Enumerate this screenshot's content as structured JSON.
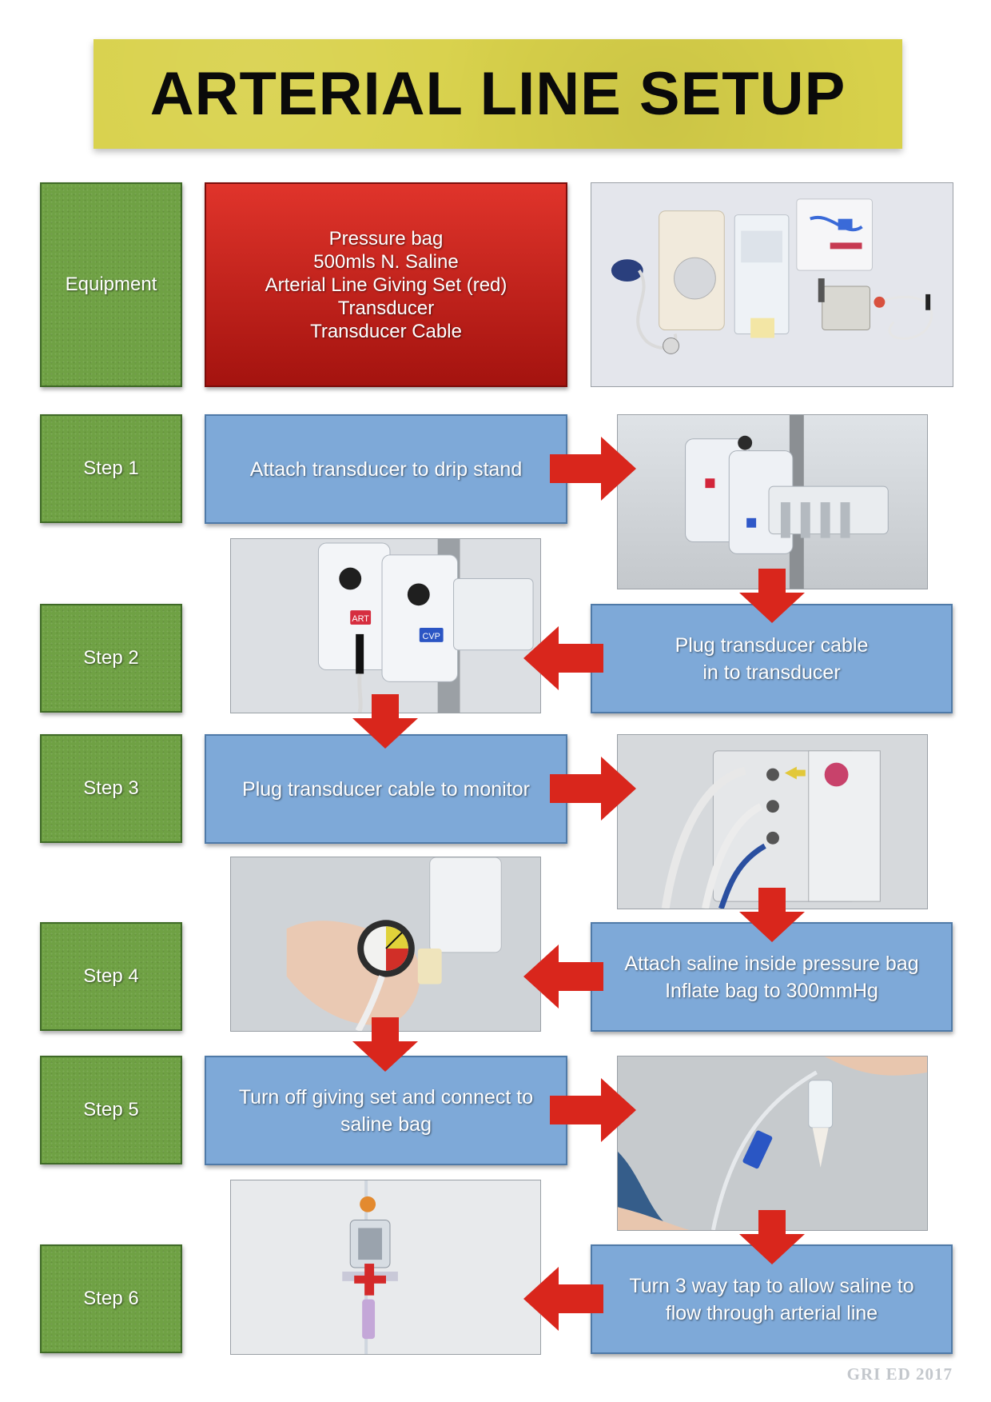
{
  "title": "ARTERIAL LINE SETUP",
  "equipment": {
    "label": "Equipment",
    "items": [
      "Pressure bag",
      "500mls N. Saline",
      "Arterial Line Giving Set (red)",
      "Transducer",
      "Transducer Cable"
    ]
  },
  "steps": [
    {
      "label": "Step 1",
      "lines": [
        "Attach transducer to drip stand"
      ]
    },
    {
      "label": "Step 2",
      "lines": [
        "Plug transducer cable",
        "in to transducer"
      ]
    },
    {
      "label": "Step 3",
      "lines": [
        "Plug transducer cable to monitor"
      ]
    },
    {
      "label": "Step 4",
      "lines": [
        "Attach saline inside pressure bag",
        "Inflate bag to 300mmHg"
      ]
    },
    {
      "label": "Step 5",
      "lines": [
        "Turn off giving set and connect to",
        "saline bag"
      ]
    },
    {
      "label": "Step 6",
      "lines": [
        "Turn 3 way tap to allow saline to",
        "flow through arterial line"
      ]
    }
  ],
  "photo_labels": {
    "art": "ART",
    "cvp": "CVP"
  },
  "footer": "GRI ED 2017",
  "colors": {
    "title_banner": "#d8d14a",
    "label_green": "#6fa144",
    "equipment_red": "#c8241d",
    "step_blue": "#7ea9d8",
    "arrow_red": "#d9261c"
  }
}
